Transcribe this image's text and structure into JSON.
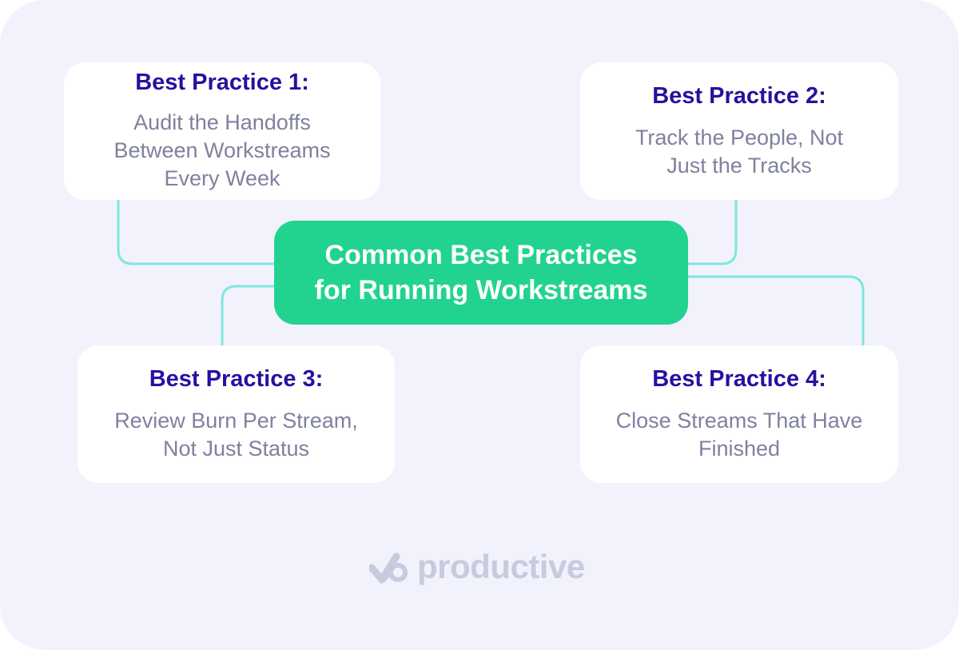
{
  "center": {
    "title": "Common Best Practices\nfor Running Workstreams"
  },
  "practices": [
    {
      "title": "Best Practice 1:",
      "text": "Audit the Handoffs\nBetween Workstreams\nEvery Week"
    },
    {
      "title": "Best Practice 2:",
      "text": "Track the People, Not\nJust the Tracks"
    },
    {
      "title": "Best Practice 3:",
      "text": "Review Burn Per Stream,\nNot Just Status"
    },
    {
      "title": "Best Practice 4:",
      "text": "Close Streams That Have\nFinished"
    }
  ],
  "logo": {
    "text": "productive",
    "icon": "productive-logo-icon"
  },
  "colors": {
    "background": "#f2f2fc",
    "center": "#22d38f",
    "connector": "#7ee6de",
    "title": "#2a0fa0",
    "body": "#7f819f",
    "logo": "#c9cadd"
  }
}
